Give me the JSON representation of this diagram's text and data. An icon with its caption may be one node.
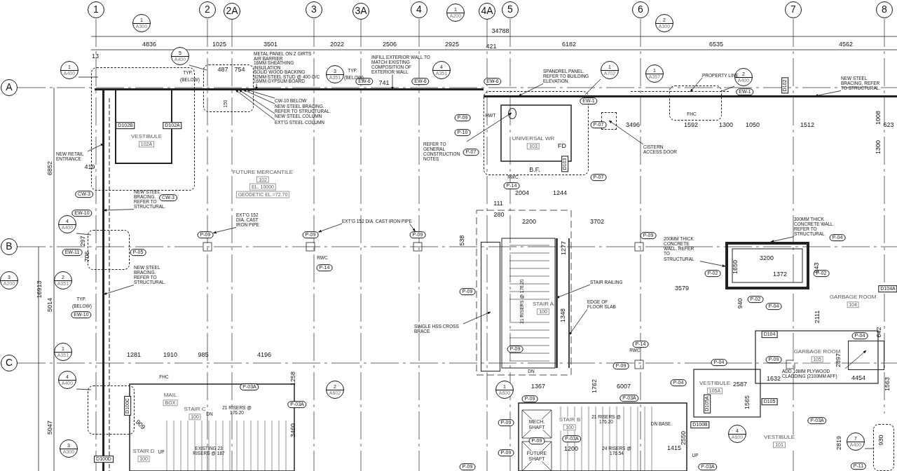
{
  "diagram": {
    "nodes": [
      {
        "text": [
          "1"
        ]
      },
      {
        "text": [
          "2"
        ]
      },
      {
        "text": [
          "2A"
        ]
      },
      {
        "text": [
          "3"
        ]
      },
      {
        "text": [
          "3A"
        ]
      },
      {
        "text": [
          "4"
        ]
      },
      {
        "text": [
          "4A"
        ]
      },
      {
        "text": [
          "5"
        ]
      },
      {
        "text": [
          "6"
        ]
      },
      {
        "text": [
          "7"
        ]
      },
      {
        "text": [
          "8"
        ]
      },
      {
        "text": [
          "A"
        ]
      },
      {
        "text": [
          "B"
        ]
      },
      {
        "text": [
          "C"
        ]
      },
      {
        "text": [
          "1",
          "A300"
        ]
      },
      {
        "text": [
          "1",
          "A200"
        ]
      },
      {
        "text": [
          "2",
          "A300"
        ]
      },
      {
        "text": [
          "5",
          "A400"
        ]
      },
      {
        "text": [
          "1",
          "A400"
        ]
      },
      {
        "text": [
          "3",
          "A351"
        ]
      },
      {
        "text": [
          "4",
          "A351"
        ]
      },
      {
        "text": [
          "1",
          "A702"
        ]
      },
      {
        "text": [
          "1",
          "A357"
        ]
      },
      {
        "text": [
          "2",
          "A400"
        ]
      },
      {
        "text": [
          "4",
          "A400"
        ]
      },
      {
        "text": [
          "3",
          "A200"
        ]
      },
      {
        "text": [
          "2",
          "A351"
        ]
      },
      {
        "text": [
          "1",
          "A351"
        ]
      },
      {
        "text": [
          "4",
          "A400"
        ]
      },
      {
        "text": [
          "3",
          "A300"
        ]
      },
      {
        "text": [
          "2",
          "A602"
        ]
      },
      {
        "text": [
          "1",
          "A600"
        ]
      },
      {
        "text": [
          "4",
          "A600"
        ]
      },
      {
        "text": [
          "7",
          "A400"
        ]
      },
      {
        "text": [],
        "shape": "box"
      },
      {
        "text": [],
        "shape": "box"
      },
      {
        "text": [],
        "shape": "box"
      },
      {
        "text": [],
        "shape": "box"
      },
      {
        "text": [],
        "shape": "box"
      },
      {
        "text": [],
        "shape": "box"
      },
      {
        "text": [],
        "shape": "box"
      },
      {
        "text": [
          "VESTIBULE",
          "102A"
        ],
        "in": 34
      },
      {
        "text": [
          "FUTURE MERCANTILE",
          "102",
          "EL. 10000",
          "GEODETIC EL.=72.70"
        ]
      },
      {
        "text": [
          "UNIVERSAL WR",
          "103"
        ],
        "in": 35
      },
      {
        "text": [
          "STAIR A",
          "100"
        ]
      },
      {
        "text": [
          "GARBAGE ROOM",
          "104"
        ]
      },
      {
        "text": [
          "GARBAGE ROOM",
          "105"
        ]
      },
      {
        "text": [
          "VESTIBULE",
          "105A"
        ]
      },
      {
        "text": [
          "VESTIBULE",
          "101"
        ]
      },
      {
        "text": [
          "STAIR C",
          "100"
        ]
      },
      {
        "text": [
          "STAIR D",
          "100"
        ]
      },
      {
        "text": [
          "STAIR B",
          "100"
        ]
      },
      {
        "text": [
          "MAIL",
          "BOX"
        ]
      },
      {
        "text": [
          "MECH. SHAFT"
        ]
      },
      {
        "text": [
          "FUTURE SHAFT"
        ]
      },
      {
        "text": [
          "METAL PANEL ON Z GIRTS",
          "AIR BARRIER",
          "16MM SHEATHING",
          "INSULATION",
          "SOLID WOOD BACKING",
          "92MM STEEL STUD @ 400 O/C",
          "16MM GYPSUM BOARD"
        ]
      },
      {
        "text": [
          "CW-10 BELOW"
        ]
      },
      {
        "text": [
          "NEW STEEL BRACING. REFER TO STRUCTURAL."
        ]
      },
      {
        "text": [
          "NEW STEEL COLUMN"
        ]
      },
      {
        "text": [
          "EXT'G STEEL COLUMN"
        ]
      },
      {
        "text": [
          "INFILL EXTERIOR WALL TO MATCH EXISTING COMPOSITION OF EXTERIOR WALL"
        ]
      },
      {
        "text": [
          "SPANDREL PANEL. REFER TO BUILDING ELEVATION."
        ]
      },
      {
        "text": [
          "PROPERTY LINE"
        ]
      },
      {
        "text": [
          "NEW STEEL BRACING. REFER TO STRUCTURAL."
        ]
      },
      {
        "text": [
          "REFER TO GENERAL CONSTRUCTION NOTES"
        ]
      },
      {
        "text": [
          "CISTERN ACCESS DOOR"
        ]
      },
      {
        "text": [
          "NEW RETAIL ENTRANCE"
        ]
      },
      {
        "text": [
          "NEW STEEL BRACING. REFER TO STRUCTURAL."
        ]
      },
      {
        "text": [
          "EXT'G 152 DIA. CAST IRON PIPE"
        ]
      },
      {
        "text": [
          "EXT'G 152 DIA. CAST IRON PIPE"
        ]
      },
      {
        "text": [
          "NEW STEEL BRACING. REFER TO STRUCTURAL."
        ]
      },
      {
        "text": [
          "300MM THICK CONCRETE WALL. REFER TO STRUCTURAL"
        ]
      },
      {
        "text": [
          "200MM THICK CONCRETE WALL. REFER TO STRUCTURAL"
        ]
      },
      {
        "text": [
          "STAIR RAILING"
        ]
      },
      {
        "text": [
          "EDGE OF FLOOR SLAB"
        ]
      },
      {
        "text": [
          "SINGLE HSS CROSS BRACE"
        ]
      },
      {
        "text": [
          "ADD 16MM PLYWOOD CLADDING (2100MM AFF)"
        ]
      },
      {
        "text": [
          "EW-6"
        ]
      },
      {
        "text": [
          "EW-6"
        ]
      },
      {
        "text": [
          "EW-6"
        ]
      },
      {
        "text": [
          "EW-1"
        ]
      },
      {
        "text": [
          "EW-1"
        ]
      },
      {
        "text": [
          "CW-3"
        ]
      },
      {
        "text": [
          "CW-3"
        ]
      },
      {
        "text": [
          "EW-10"
        ]
      },
      {
        "text": [
          "EW-11"
        ]
      },
      {
        "text": [
          "P-05"
        ]
      },
      {
        "text": [
          "EW-10"
        ]
      },
      {
        "text": [
          "P-09"
        ]
      },
      {
        "text": [
          "P-10"
        ]
      },
      {
        "text": [
          "P-07"
        ]
      },
      {
        "text": [
          "P-07"
        ]
      },
      {
        "text": [
          "P-07"
        ]
      },
      {
        "text": [
          "P-14"
        ]
      },
      {
        "text": [
          "P-09"
        ]
      },
      {
        "text": [
          "P-09"
        ]
      },
      {
        "text": [
          "P-09"
        ]
      },
      {
        "text": [
          "P-14"
        ]
      },
      {
        "text": [
          "P-09"
        ]
      },
      {
        "text": [
          "P-04"
        ]
      },
      {
        "text": [
          "P-02"
        ]
      },
      {
        "text": [
          "P-02"
        ]
      },
      {
        "text": [
          "P-02"
        ]
      },
      {
        "text": [
          "P-04"
        ]
      },
      {
        "text": [
          "P-09"
        ]
      },
      {
        "text": [
          "P-09"
        ]
      },
      {
        "text": [
          "P-14"
        ]
      },
      {
        "text": [
          "P-09"
        ]
      },
      {
        "text": [
          "P-04"
        ]
      },
      {
        "text": [
          "P-04"
        ]
      },
      {
        "text": [
          "P-09"
        ]
      },
      {
        "text": [
          "P-04"
        ]
      },
      {
        "text": [
          "P-03A"
        ]
      },
      {
        "text": [
          "P-03A"
        ]
      },
      {
        "text": [
          "P-03A"
        ]
      },
      {
        "text": [
          "P-09"
        ]
      },
      {
        "text": [
          "P-09"
        ]
      },
      {
        "text": [
          "P-09"
        ]
      },
      {
        "text": [
          "P-03A"
        ]
      },
      {
        "text": [
          "P-09"
        ]
      },
      {
        "text": [
          "P-09"
        ]
      },
      {
        "text": [
          "P-03A"
        ]
      },
      {
        "text": [
          "P-03A"
        ]
      },
      {
        "text": [
          "P-11"
        ]
      },
      {
        "text": [
          "D102B"
        ],
        "in": 34
      },
      {
        "text": [
          "D102A"
        ],
        "in": 34
      },
      {
        "text": [
          "D103"
        ],
        "in": 35
      },
      {
        "text": [
          "D102"
        ]
      },
      {
        "text": [
          "D100C"
        ],
        "in": 39
      },
      {
        "text": [
          "D100D"
        ]
      },
      {
        "text": [
          "D100B"
        ]
      },
      {
        "text": [
          "D105A"
        ]
      },
      {
        "text": [
          "D105"
        ]
      },
      {
        "text": [
          "D104"
        ]
      },
      {
        "text": [
          "D104A"
        ]
      },
      {
        "text": [],
        "shape": "bar"
      },
      {
        "text": [],
        "shape": "bar"
      },
      {
        "text": [],
        "shape": "bar"
      },
      {
        "text": [],
        "shape": "box"
      },
      {
        "text": [],
        "shape": "circle",
        "in": 35
      },
      {
        "text": [],
        "shape": "bar"
      },
      {
        "text": [],
        "shape": "bar"
      },
      {
        "text": [],
        "shape": "box"
      },
      {
        "text": [],
        "shape": "box"
      },
      {
        "text": [],
        "shape": "line"
      },
      {
        "text": [],
        "shape": "box"
      }
    ],
    "edges": [
      {
        "from": 55,
        "to": 135,
        "arrow": "to"
      },
      {
        "from": 56,
        "to": 135,
        "arrow": "to"
      },
      {
        "from": 57,
        "to": 135,
        "arrow": "to"
      },
      {
        "from": 58,
        "to": 135,
        "arrow": "to"
      },
      {
        "from": 59,
        "to": 135,
        "arrow": "to"
      },
      {
        "from": 60,
        "to": 135,
        "arrow": "to"
      },
      {
        "from": 61,
        "to": 136,
        "arrow": "to"
      },
      {
        "from": 62,
        "to": 144,
        "arrow": "to"
      },
      {
        "from": 63,
        "to": 136,
        "arrow": "to"
      },
      {
        "from": 64,
        "to": 139,
        "arrow": "to"
      },
      {
        "from": 65,
        "to": 138,
        "arrow": "to"
      },
      {
        "from": 66,
        "to": 137,
        "arrow": "to"
      },
      {
        "from": 67,
        "to": 137,
        "arrow": "to"
      },
      {
        "from": 68,
        "to": 94,
        "arrow": "to"
      },
      {
        "from": 69,
        "to": 95,
        "arrow": "to"
      },
      {
        "from": 69,
        "to": 96,
        "arrow": "to"
      },
      {
        "from": 70,
        "to": 137,
        "arrow": "to"
      },
      {
        "from": 71,
        "to": 143,
        "arrow": "to"
      },
      {
        "from": 72,
        "to": 143,
        "arrow": "to"
      },
      {
        "from": 73,
        "to": 140,
        "arrow": "to"
      },
      {
        "from": 74,
        "to": 141,
        "arrow": "to"
      },
      {
        "from": 75,
        "to": 142,
        "arrow": "to"
      },
      {
        "from": 76,
        "to": 145,
        "arrow": "to"
      },
      {
        "from": 17,
        "to": 37,
        "arrow": "none"
      },
      {
        "from": 18,
        "to": 34,
        "arrow": "none"
      },
      {
        "from": 21,
        "to": 35,
        "arrow": "none"
      },
      {
        "from": 23,
        "to": 36,
        "arrow": "none"
      },
      {
        "from": 24,
        "to": 38,
        "arrow": "none"
      },
      {
        "from": 28,
        "to": 39,
        "arrow": "none"
      },
      {
        "from": 33,
        "to": 40,
        "arrow": "none"
      }
    ],
    "labels": [
      "34788",
      "4836",
      "1025",
      "3501",
      "2022",
      "2506",
      "2925",
      "421",
      "6182",
      "6535",
      "4562",
      "13",
      "TYP.",
      "(BELOW)",
      "487",
      "754",
      "TYP.",
      "(BELOW)",
      "741",
      "150",
      "HWT",
      "3496",
      "FHC",
      "1592",
      "1300",
      "1050",
      "1512",
      "1008",
      "623",
      "FD",
      "1300",
      "419",
      "6852",
      "RWC",
      "B.F.",
      "2004",
      "1244",
      "111",
      "280",
      "2200",
      "3702",
      "297",
      "538",
      "1277",
      "706",
      "RWC",
      "3200",
      "1650",
      "943",
      "1372",
      "3579",
      "16913",
      "TYP.",
      "(BELOW)",
      "21 RISERS @ 176.20",
      "940",
      "5014",
      "1348",
      "2111",
      "642",
      "RWC",
      "1281",
      "1910",
      "985",
      "4196",
      "DN",
      "1258",
      "FHC",
      "1367",
      "6007",
      "2587",
      "1632",
      "4454",
      "1762",
      "1565",
      "2897",
      "1563",
      "21 RISERS @ 176.20",
      "DN",
      "21 RISERS @ 176.20",
      "DN BASE.",
      "909",
      "5047",
      "3460",
      "2550",
      "2819",
      "930",
      "1200",
      "1415",
      "EXISTING 23 RISERS @ 187",
      "24 RISERS @ 176.54",
      "UP",
      "UP"
    ]
  }
}
